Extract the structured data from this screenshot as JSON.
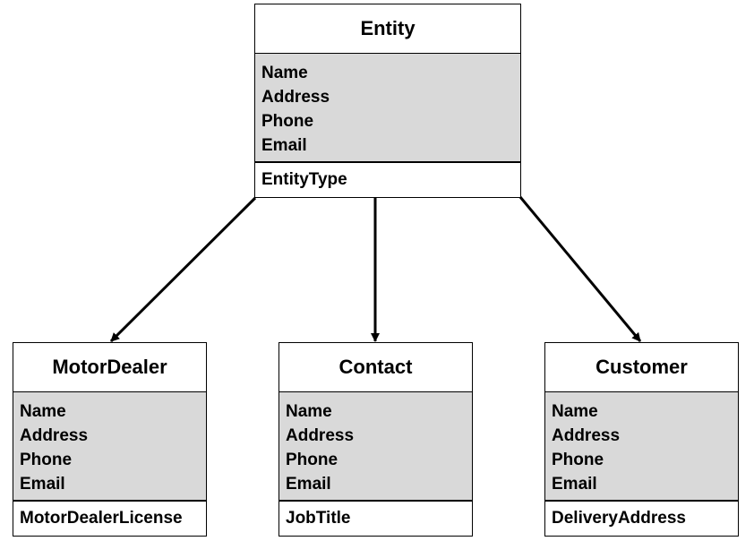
{
  "diagram": {
    "parent": {
      "name": "Entity",
      "attributes": [
        "Name",
        "Address",
        "Phone",
        "Email"
      ],
      "extra": "EntityType"
    },
    "children": [
      {
        "name": "MotorDealer",
        "attributes": [
          "Name",
          "Address",
          "Phone",
          "Email"
        ],
        "extra": "MotorDealerLicense"
      },
      {
        "name": "Contact",
        "attributes": [
          "Name",
          "Address",
          "Phone",
          "Email"
        ],
        "extra": "JobTitle"
      },
      {
        "name": "Customer",
        "attributes": [
          "Name",
          "Address",
          "Phone",
          "Email"
        ],
        "extra": "DeliveryAddress"
      }
    ],
    "colors": {
      "attribute_fill": "#d9d9d9",
      "border": "#000000",
      "background": "#ffffff"
    }
  }
}
